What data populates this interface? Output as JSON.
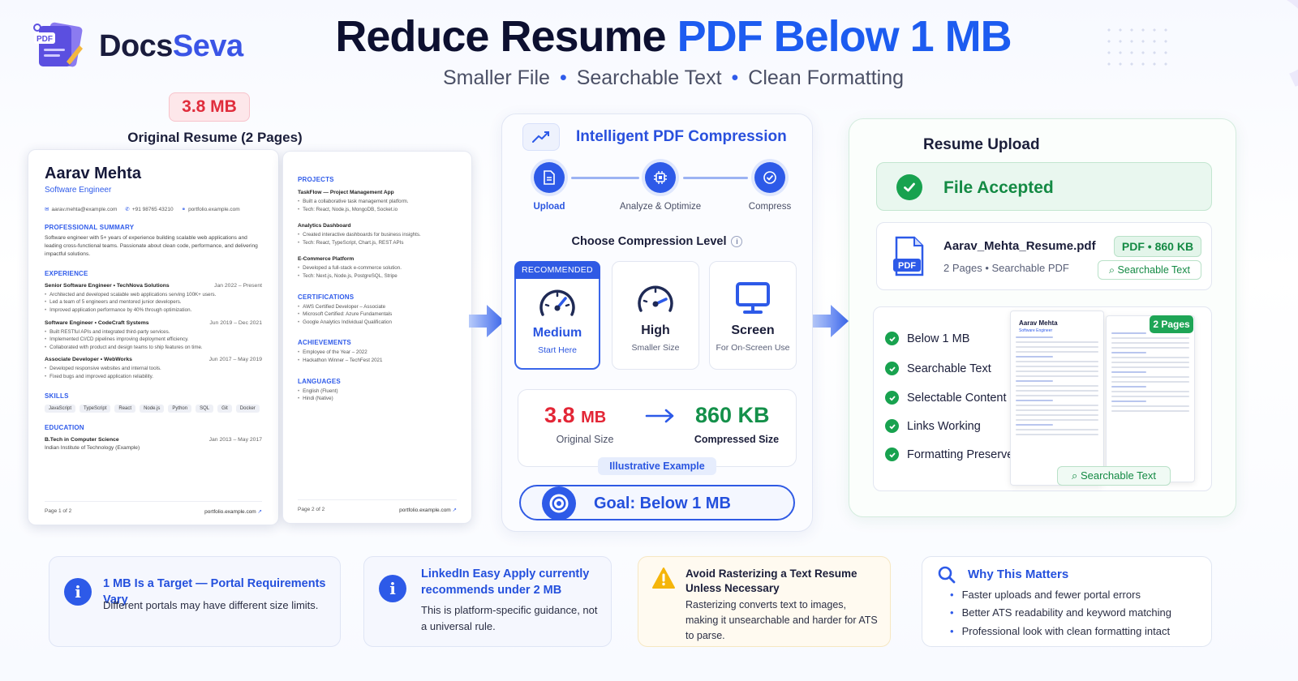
{
  "brand": {
    "name_part1": "Docs",
    "name_part2": "Seva",
    "logo_tag": "PDF"
  },
  "header": {
    "title_black": "Reduce Resume",
    "title_blue": "PDF Below 1 MB",
    "subtitle": [
      "Smaller File",
      "Searchable Text",
      "Clean Formatting"
    ],
    "subtitle_sep": "•"
  },
  "original": {
    "size_badge": "3.8 MB",
    "title": "Original Resume (2 Pages)",
    "page1": {
      "name": "Aarav Mehta",
      "role": "Software Engineer",
      "email": "aarav.mehta@example.com",
      "phone": "+91 98765 43210",
      "site": "portfolio.example.com",
      "summary_h": "PROFESSIONAL SUMMARY",
      "summary": "Software engineer with 5+ years of experience building scalable web applications and leading cross-functional teams. Passionate about clean code, performance, and delivering impactful solutions.",
      "exp_h": "EXPERIENCE",
      "jobs": [
        {
          "title": "Senior Software Engineer  •  TechNova Solutions",
          "date": "Jan 2022 – Present",
          "bullets": [
            "Architected and developed scalable web applications serving 100K+ users.",
            "Led a team of 5 engineers and mentored junior developers.",
            "Improved application performance by 40% through optimization."
          ]
        },
        {
          "title": "Software Engineer  •  CodeCraft Systems",
          "date": "Jun 2019 – Dec 2021",
          "bullets": [
            "Built RESTful APIs and integrated third-party services.",
            "Implemented CI/CD pipelines improving deployment efficiency.",
            "Collaborated with product and design teams to ship features on time."
          ]
        },
        {
          "title": "Associate Developer  •  WebWorks",
          "date": "Jun 2017 – May 2019",
          "bullets": [
            "Developed responsive websites and internal tools.",
            "Fixed bugs and improved application reliability."
          ]
        }
      ],
      "skills_h": "SKILLS",
      "skills": [
        "JavaScript",
        "TypeScript",
        "React",
        "Node.js",
        "Python",
        "SQL",
        "Git",
        "Docker"
      ],
      "edu_h": "EDUCATION",
      "edu_degree": "B.Tech in Computer Science",
      "edu_date": "Jan 2013 – May 2017",
      "edu_school": "Indian Institute of Technology (Example)",
      "footer_left": "Page 1 of 2",
      "footer_right": "portfolio.example.com"
    },
    "page2": {
      "projects_h": "PROJECTS",
      "projects": [
        {
          "title": "TaskFlow — Project Management App",
          "bullets": [
            "Built a collaborative task management platform.",
            "Tech: React, Node.js, MongoDB, Socket.io"
          ]
        },
        {
          "title": "Analytics Dashboard",
          "bullets": [
            "Created interactive dashboards for business insights.",
            "Tech: React, TypeScript, Chart.js, REST APIs"
          ]
        },
        {
          "title": "E-Commerce Platform",
          "bullets": [
            "Developed a full-stack e-commerce solution.",
            "Tech: Next.js, Node.js, PostgreSQL, Stripe"
          ]
        }
      ],
      "cert_h": "CERTIFICATIONS",
      "certs": [
        "AWS Certified Developer – Associate",
        "Microsoft Certified: Azure Fundamentals",
        "Google Analytics Individual Qualification"
      ],
      "ach_h": "ACHIEVEMENTS",
      "achievements": [
        "Employee of the Year – 2022",
        "Hackathon Winner – TechFest 2021"
      ],
      "lang_h": "LANGUAGES",
      "languages": [
        "English (Fluent)",
        "Hindi  (Native)"
      ],
      "footer_left": "Page 2 of 2",
      "footer_right": "portfolio.example.com"
    }
  },
  "compression": {
    "title": "Intelligent PDF Compression",
    "steps": [
      "Upload",
      "Analyze & Optimize",
      "Compress"
    ],
    "choose_label": "Choose Compression Level",
    "levels": [
      {
        "tag": "RECOMMENDED",
        "name": "Medium",
        "sub": "Start Here"
      },
      {
        "name": "High",
        "sub": "Smaller Size"
      },
      {
        "name": "Screen",
        "sub": "For On-Screen Use"
      }
    ],
    "compare": {
      "old_num": "3.8",
      "old_unit": "MB",
      "old_label": "Original Size",
      "new_value": "860 KB",
      "new_label": "Compressed Size",
      "note": "Illustrative Example"
    },
    "goal": "Goal: Below 1 MB"
  },
  "upload": {
    "title": "Resume Upload",
    "status": "File Accepted",
    "file_name": "Aarav_Mehta_Resume.pdf",
    "file_meta": "2 Pages  •  Searchable PDF",
    "file_size": "PDF • 860 KB",
    "searchable_tag": "Searchable Text",
    "pdf_icon_label": "PDF",
    "checks": [
      "Below 1 MB",
      "Searchable Text",
      "Selectable Content",
      "Links Working",
      "Formatting Preserved"
    ],
    "thumb_name": "Aarav Mehta",
    "thumb_role": "Software Engineer",
    "pages_badge": "2 Pages",
    "thumb_search": "Searchable Text"
  },
  "info_cards": [
    {
      "icon": "info-icon",
      "title": "1 MB Is a Target — Portal Requirements Vary",
      "body": "Different portals may have different size limits."
    },
    {
      "icon": "info-icon",
      "title": "LinkedIn Easy Apply currently recommends under 2 MB",
      "body": "This is platform-specific guidance, not a universal rule."
    },
    {
      "icon": "warning-icon",
      "title": "Avoid Rasterizing a Text Resume Unless Necessary",
      "body": "Rasterizing converts text to images, making it unsearchable and harder for ATS to parse."
    },
    {
      "icon": "search-icon",
      "title": "Why This Matters",
      "bullets": [
        "Faster uploads and fewer portal errors",
        "Better ATS readability and keyword matching",
        "Professional look with clean formatting intact"
      ]
    }
  ],
  "colors": {
    "accent": "#2d5ae8",
    "success": "#18a24f",
    "danger": "#e32636"
  }
}
